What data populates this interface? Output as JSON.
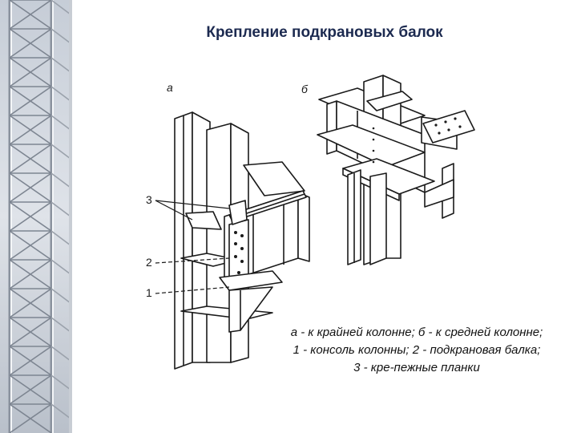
{
  "slide": {
    "title": "Крепление подкрановых балок",
    "background": "#ffffff",
    "title_color": "#1c2a50"
  },
  "drawing": {
    "label_a": "а",
    "label_b": "б",
    "callout_3": "3",
    "callout_2": "2",
    "callout_1": "1"
  },
  "caption": {
    "line1": "а - к крайней колонне; б - к средней колонне;",
    "line2": "1 - консоль колонны; 2 - подкрановая балка;",
    "line3": "3 - кре-пежные планки"
  },
  "decoration": {
    "side_strip": "steel-tower-photo"
  }
}
